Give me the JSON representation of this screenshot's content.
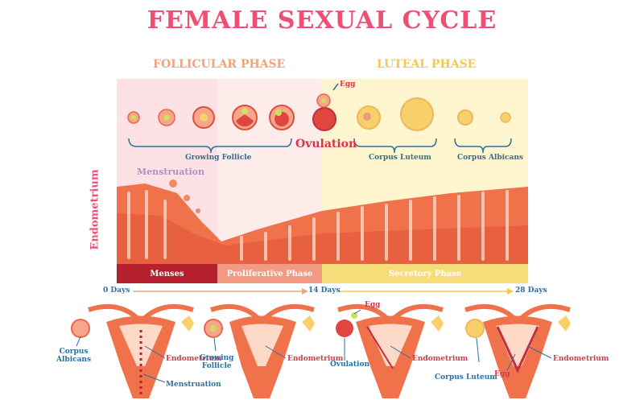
{
  "title": "FEMALE SEXUAL CYCLE",
  "phases": {
    "follicular": "FOLLICULAR PHASE",
    "luteal": "LUTEAL PHASE"
  },
  "labels": {
    "egg": "Egg",
    "growing_follicle": "Growing Follicle",
    "ovulation": "Ovulation",
    "corpus_luteum": "Corpus Luteum",
    "corpus_albicans": "Corpus Albicans",
    "menstruation": "Menstruation",
    "endometrium": "Endometrium"
  },
  "bars": {
    "menses": "Menses",
    "proliferative": "Proliferative Phase",
    "secretory": "Secretory Phase"
  },
  "days": {
    "d0": "0 Days",
    "d14": "14 Days",
    "d28": "28 Days"
  },
  "uterus_labels": {
    "u1": {
      "corpus_albicans": "Corpus\nAlbicans",
      "endometrium": "Endometrium",
      "menstruation": "Menstruation"
    },
    "u2": {
      "growing_follicle": "Growing\nFollicle",
      "endometrium": "Endometrium"
    },
    "u3": {
      "egg": "Egg",
      "ovulation": "Ovulation",
      "endometrium": "Endometrium"
    },
    "u4": {
      "corpus_luteum": "Corpus Luteum",
      "egg": "Egg",
      "endometrium": "Endometrium"
    }
  },
  "colors": {
    "pink": "#ef4f72",
    "blue": "#2e6f9e",
    "menses": "#b5202e",
    "proliferative": "#f29a83",
    "secretory": "#f7dd7a"
  }
}
